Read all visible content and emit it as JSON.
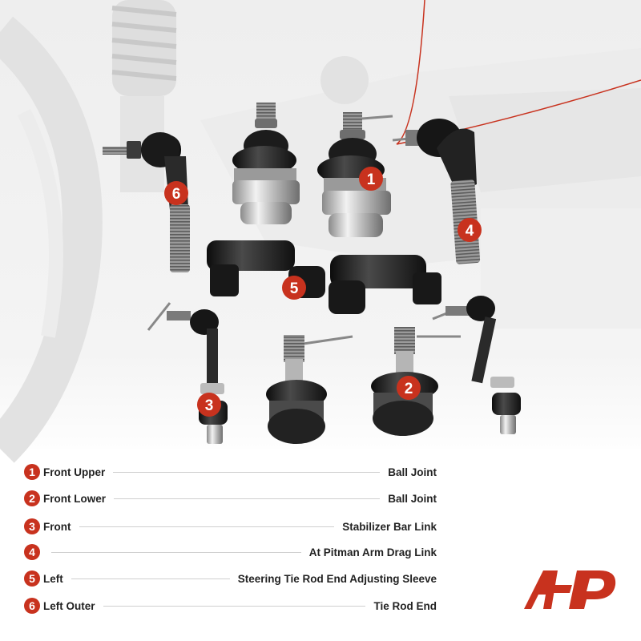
{
  "colors": {
    "accent": "#c8321e",
    "text": "#222222",
    "rule": "#cfcfcf"
  },
  "callouts": [
    "1",
    "2",
    "3",
    "4",
    "5",
    "6"
  ],
  "parts": [
    {
      "num": "1",
      "position": "Front Upper",
      "part": "Ball Joint"
    },
    {
      "num": "2",
      "position": "Front Lower",
      "part": "Ball Joint"
    },
    {
      "num": "3",
      "position": "Front",
      "part": "Stabilizer Bar Link"
    },
    {
      "num": "4",
      "position": "",
      "part": "At Pitman Arm Drag Link"
    },
    {
      "num": "5",
      "position": "Left",
      "part": "Steering Tie Rod End Adjusting Sleeve"
    },
    {
      "num": "6",
      "position": "Left Outer",
      "part": "Tie Rod End"
    }
  ],
  "logo": {
    "icon": "a-premium-logo"
  }
}
